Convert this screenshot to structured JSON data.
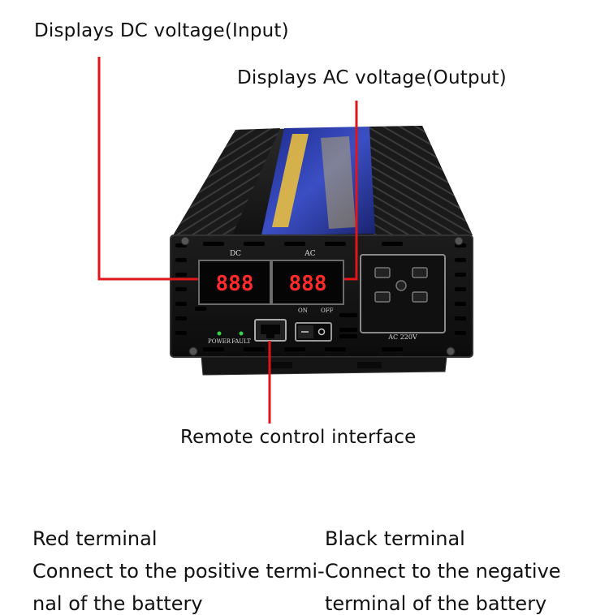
{
  "callouts": {
    "dc_voltage": "Displays DC voltage(Input)",
    "ac_voltage": "Displays AC voltage(Output)",
    "remote": "Remote control interface"
  },
  "panel": {
    "dc_label": "DC",
    "ac_label": "AC",
    "dc_readout": "888",
    "ac_readout": "888",
    "on_label": "ON",
    "off_label": "OFF",
    "power_label": "POWER",
    "fault_label": "FAULT",
    "socket_label": "AC 220V"
  },
  "terminals": {
    "red_title": "Red terminal",
    "red_desc_line1": "Connect to the positive termi-",
    "red_desc_line2": "nal of the battery",
    "black_title": "Black terminal",
    "black_desc_line1": "Connect to the negative",
    "black_desc_line2": "terminal of the battery"
  },
  "colors": {
    "callout_line": "#e0161b",
    "led_digits": "#ff2a2a",
    "label_panel": "#2a3aa8"
  }
}
